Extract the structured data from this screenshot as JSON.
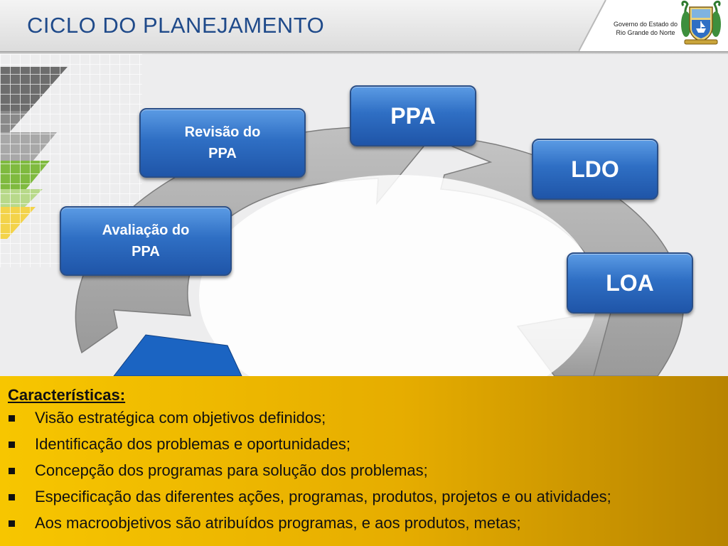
{
  "header": {
    "title": "CICLO DO PLANEJAMENTO",
    "gov_line1": "Governo do Estado do",
    "gov_line2": "Rio Grande do Norte"
  },
  "colors": {
    "title": "#1f4a8a",
    "pill": "#2f6fc4",
    "panel": "#f2bb00",
    "arrow": "#a9a9a9"
  },
  "cycle": {
    "stages": [
      {
        "label": "PPA"
      },
      {
        "label": "LDO"
      },
      {
        "label": "LOA"
      },
      {
        "label": "Avaliação do\nPPA"
      },
      {
        "label": "Revisão do\nPPA"
      }
    ]
  },
  "characteristics": {
    "title": "Características:",
    "items": [
      "Visão estratégica com objetivos definidos;",
      "Identificação dos problemas e oportunidades;",
      "Concepção dos programas para solução dos problemas;",
      "Especificação das diferentes ações,  programas, produtos, projetos e ou atividades;",
      "Aos macroobjetivos  são atribuídos  programas,  e aos produtos, metas;"
    ]
  }
}
